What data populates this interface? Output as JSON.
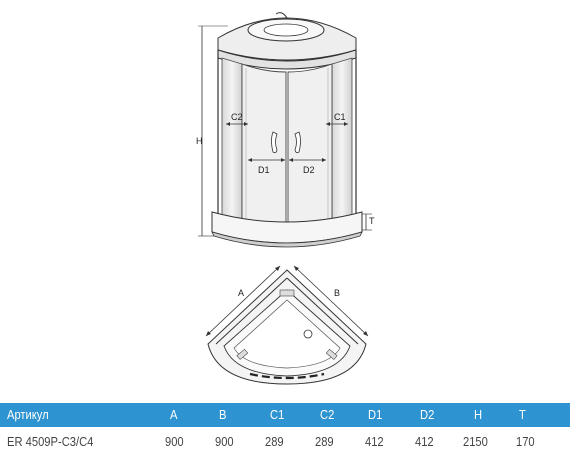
{
  "diagram": {
    "labels": {
      "h": "H",
      "t": "T",
      "c1": "C1",
      "c2": "C2",
      "d1": "D1",
      "d2": "D2",
      "a": "A",
      "b": "B"
    }
  },
  "table": {
    "headers": [
      "Артикул",
      "A",
      "B",
      "C1",
      "C2",
      "D1",
      "D2",
      "H",
      "T"
    ],
    "row": [
      "ER 4509P-C3/C4",
      "900",
      "900",
      "289",
      "289",
      "412",
      "412",
      "2150",
      "170"
    ],
    "header_color": "#2e93d1"
  }
}
